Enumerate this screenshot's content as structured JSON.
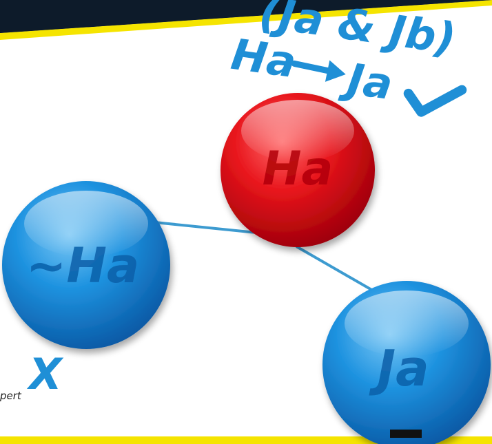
{
  "annotation": {
    "line1": "(Ja & Jb)",
    "line2_left": "Ha",
    "line2_right": "Ja",
    "check_icon": "check-mark-icon",
    "arrow_icon": "right-arrow-icon"
  },
  "nodes": [
    {
      "id": "ha",
      "label": "Ha",
      "color": "#e0141c"
    },
    {
      "id": "not-ha",
      "label": "~Ha",
      "color": "#1b8fdc"
    },
    {
      "id": "ja",
      "label": "Ja",
      "color": "#1b8fdc"
    }
  ],
  "marks": {
    "cross": "X",
    "corner_text": "pert"
  },
  "colors": {
    "accent_yellow": "#f5e400",
    "top_bar": "#0d1b2a",
    "annotation_blue": "#1f8fd6",
    "edge": "#3d9bd0"
  }
}
